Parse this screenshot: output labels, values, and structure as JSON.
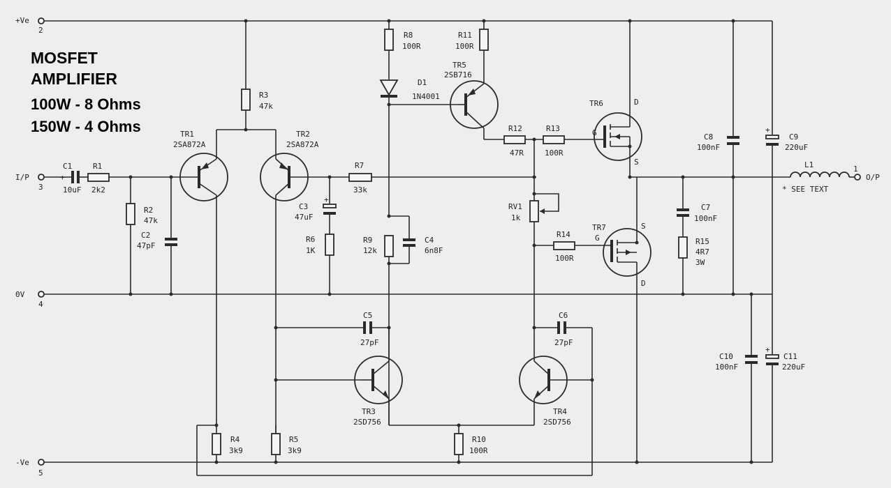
{
  "title": {
    "line1": "MOSFET",
    "line2": "AMPLIFIER",
    "spec1": "100W - 8 Ohms",
    "spec2": "150W - 4 Ohms"
  },
  "rails": {
    "pos": {
      "label": "+Ve",
      "pin": "2"
    },
    "zero": {
      "label": "0V",
      "pin": "4"
    },
    "neg": {
      "label": "-Ve",
      "pin": "5"
    },
    "input": {
      "label": "I/P",
      "pin": "3"
    },
    "output": {
      "label": "O/P",
      "pin": "1"
    }
  },
  "components": {
    "C1": {
      "ref": "C1",
      "value": "10uF"
    },
    "R1": {
      "ref": "R1",
      "value": "2k2"
    },
    "R2": {
      "ref": "R2",
      "value": "47k"
    },
    "C2": {
      "ref": "C2",
      "value": "47pF"
    },
    "R3": {
      "ref": "R3",
      "value": "47k"
    },
    "TR1": {
      "ref": "TR1",
      "value": "2SA872A"
    },
    "TR2": {
      "ref": "TR2",
      "value": "2SA872A"
    },
    "R7": {
      "ref": "R7",
      "value": "33k"
    },
    "C3": {
      "ref": "C3",
      "value": "47uF"
    },
    "R6": {
      "ref": "R6",
      "value": "1K"
    },
    "R8": {
      "ref": "R8",
      "value": "100R"
    },
    "D1": {
      "ref": "D1",
      "value": "1N4001"
    },
    "R9": {
      "ref": "R9",
      "value": "12k"
    },
    "C4": {
      "ref": "C4",
      "value": "6n8F"
    },
    "R11": {
      "ref": "R11",
      "value": "100R"
    },
    "TR5": {
      "ref": "TR5",
      "value": "2SB716"
    },
    "R12": {
      "ref": "R12",
      "value": "47R"
    },
    "R13": {
      "ref": "R13",
      "value": "100R"
    },
    "TR6": {
      "ref": "TR6",
      "g": "G",
      "d": "D",
      "s": "S"
    },
    "RV1": {
      "ref": "RV1",
      "value": "1k"
    },
    "R14": {
      "ref": "R14",
      "value": "100R"
    },
    "TR7": {
      "ref": "TR7",
      "g": "G",
      "d": "D",
      "s": "S"
    },
    "C7": {
      "ref": "C7",
      "value": "100nF"
    },
    "R15": {
      "ref": "R15",
      "value": "4R7",
      "power": "3W"
    },
    "C8": {
      "ref": "C8",
      "value": "100nF"
    },
    "C9": {
      "ref": "C9",
      "value": "220uF"
    },
    "L1": {
      "ref": "L1",
      "note": "* SEE TEXT"
    },
    "C5": {
      "ref": "C5",
      "value": "27pF"
    },
    "C6": {
      "ref": "C6",
      "value": "27pF"
    },
    "TR3": {
      "ref": "TR3",
      "value": "2SD756"
    },
    "TR4": {
      "ref": "TR4",
      "value": "2SD756"
    },
    "R4": {
      "ref": "R4",
      "value": "3k9"
    },
    "R5": {
      "ref": "R5",
      "value": "3k9"
    },
    "R10": {
      "ref": "R10",
      "value": "100R"
    },
    "C10": {
      "ref": "C10",
      "value": "100nF"
    },
    "C11": {
      "ref": "C11",
      "value": "220uF"
    }
  },
  "colors": {
    "paper": "#eeeeee",
    "ink": "#2a2a2a"
  }
}
